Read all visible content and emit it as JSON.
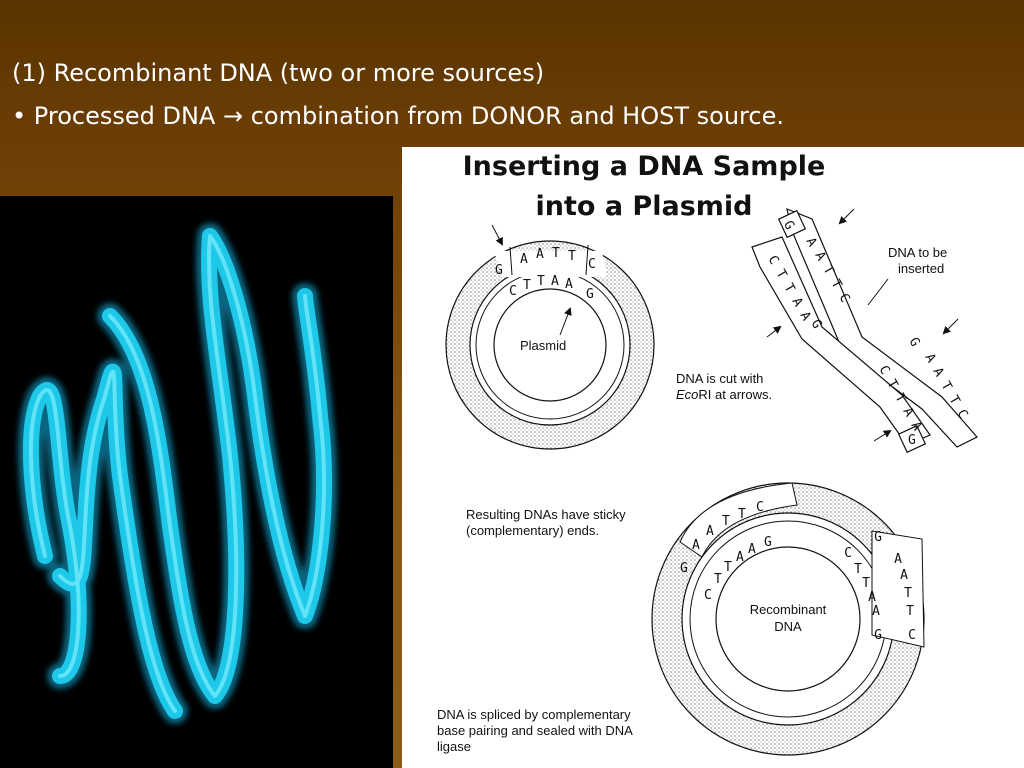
{
  "slide": {
    "line1": "(1) Recombinant DNA (two or more sources)",
    "line2_bullet": "•",
    "line2_a": "Processed DNA",
    "line2_arrow": "→",
    "line2_b": "combination from DONOR and HOST source."
  },
  "figure": {
    "title_line1": "Inserting a DNA Sample",
    "title_line2": "into a Plasmid",
    "plasmid_label": "Plasmid",
    "cut_label_line1": "DNA is cut with",
    "cut_label_enzyme": "Eco",
    "cut_label_enzyme_rest": "RI at arrows.",
    "dna_label_line1": "DNA to be",
    "dna_label_line2": "inserted",
    "sticky_line1": "Resulting DNAs have sticky",
    "sticky_line2": "(complementary) ends.",
    "recombinant_line1": "Recombinant",
    "recombinant_line2": "DNA",
    "spliced_line1": "DNA is spliced by complementary",
    "spliced_line2": "base pairing and sealed with DNA",
    "spliced_line3": "ligase",
    "bases": {
      "g": "G",
      "a": "A",
      "t": "T",
      "c": "C"
    }
  },
  "colors": {
    "background_top": "#5a3300",
    "background_bottom": "#8c5c14",
    "text": "#ffffff",
    "dna_glow": "#1ec8e8"
  }
}
